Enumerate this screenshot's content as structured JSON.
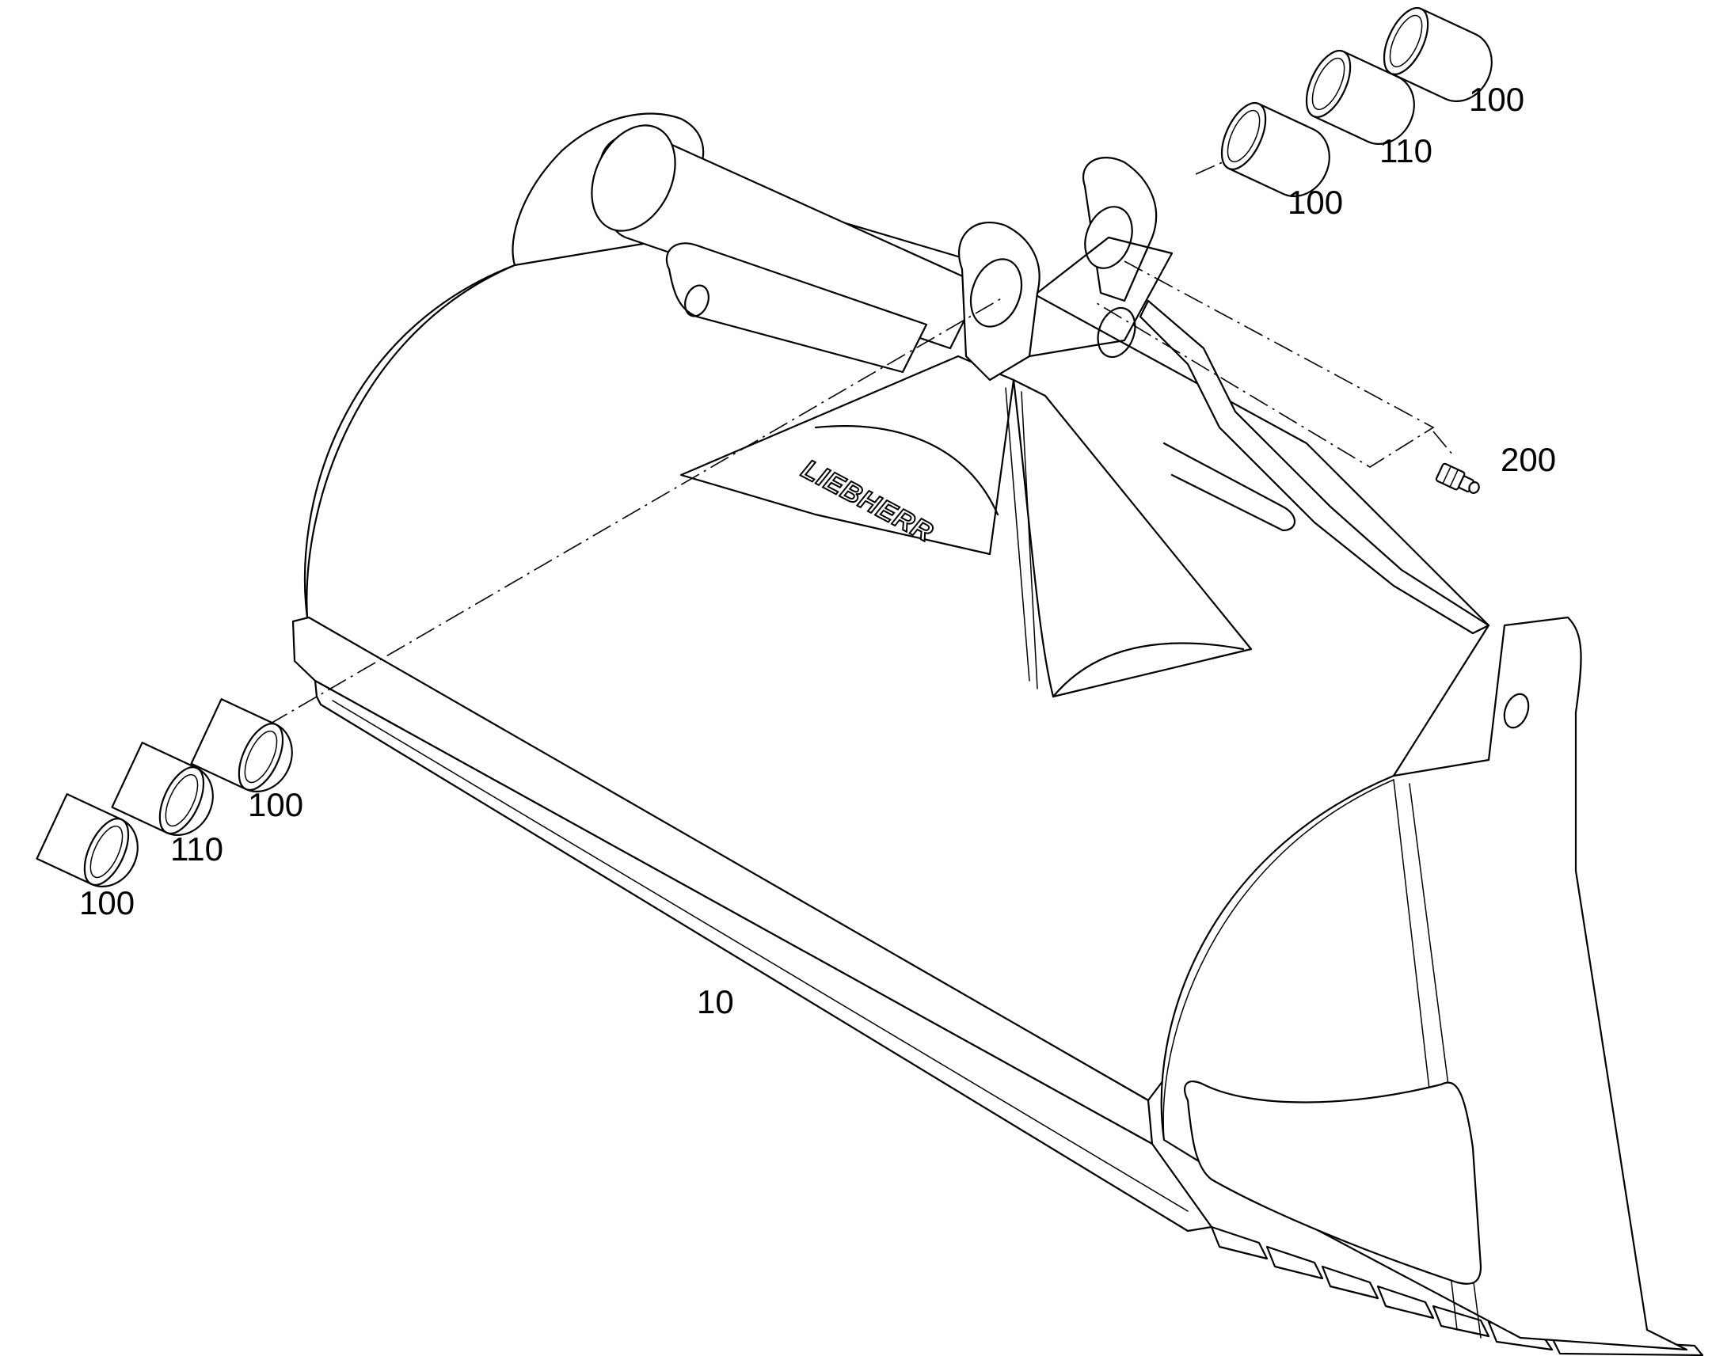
{
  "diagram": {
    "logo_text": "LIEBHERR",
    "callouts": [
      {
        "id": "top-right-outer",
        "text": "100"
      },
      {
        "id": "top-right-middle",
        "text": "110"
      },
      {
        "id": "top-right-inner",
        "text": "100"
      },
      {
        "id": "grease-nipple",
        "text": "200"
      },
      {
        "id": "bottom-left-inner",
        "text": "100"
      },
      {
        "id": "bottom-left-middle",
        "text": "110"
      },
      {
        "id": "bottom-left-outer",
        "text": "100"
      },
      {
        "id": "bucket",
        "text": "10"
      }
    ]
  }
}
